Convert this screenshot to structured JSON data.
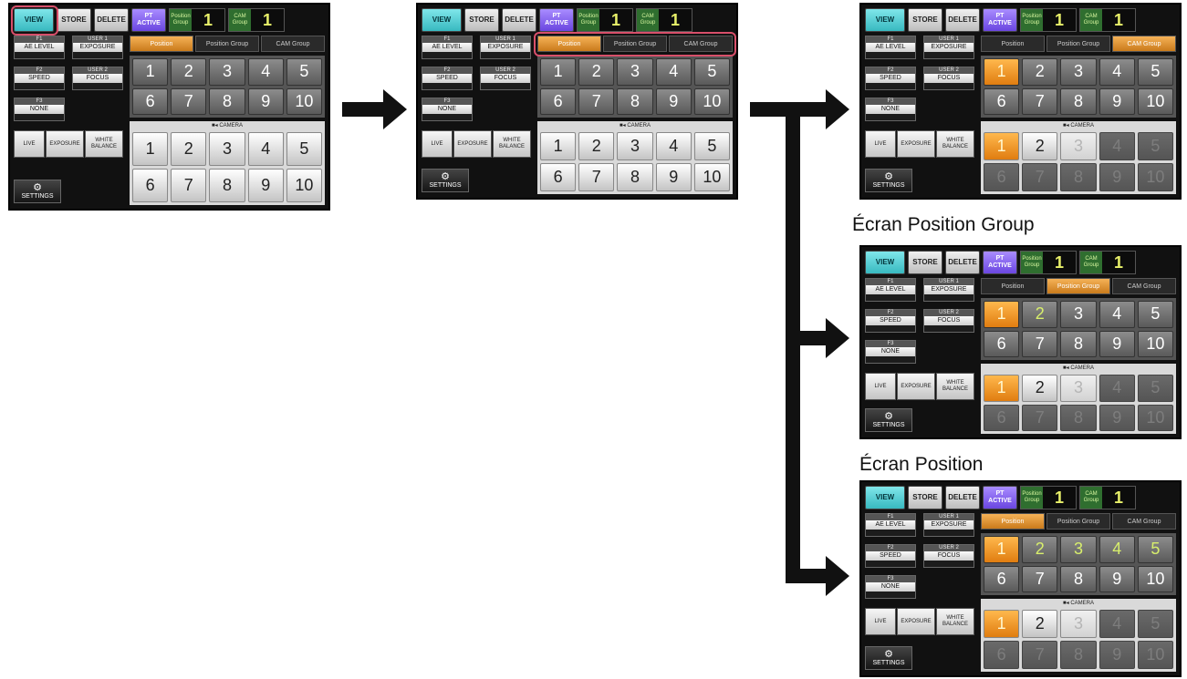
{
  "captions": {
    "position_group": "Écran Position Group",
    "position": "Écran Position"
  },
  "topbar": {
    "view": "VIEW",
    "store": "STORE",
    "delete": "DELETE",
    "pt_active": "PT ACTIVE",
    "position_group_label": "Position Group",
    "position_group_value": "1",
    "cam_group_label": "CAM Group",
    "cam_group_value": "1"
  },
  "user_buttons": [
    {
      "title": "F1",
      "value": "AE LEVEL"
    },
    {
      "title": "USER 1",
      "value": "EXPOSURE"
    },
    {
      "title": "F2",
      "value": "SPEED"
    },
    {
      "title": "USER 2",
      "value": "FOCUS"
    },
    {
      "title": "F3",
      "value": "NONE"
    }
  ],
  "switches": {
    "live": "LIVE",
    "exposure": "EXPOSURE",
    "white_balance": "WHITE BALANCE"
  },
  "settings": "SETTINGS",
  "tabs": [
    "Position",
    "Position Group",
    "CAM Group"
  ],
  "camera_label": "CAMERA",
  "keys": [
    "1",
    "2",
    "3",
    "4",
    "5",
    "6",
    "7",
    "8",
    "9",
    "10"
  ],
  "colors": {
    "view": "#38b9c0",
    "tab_active": "#e08a22",
    "selected_key": "#e07d10",
    "highlight": "#d84f6a"
  }
}
